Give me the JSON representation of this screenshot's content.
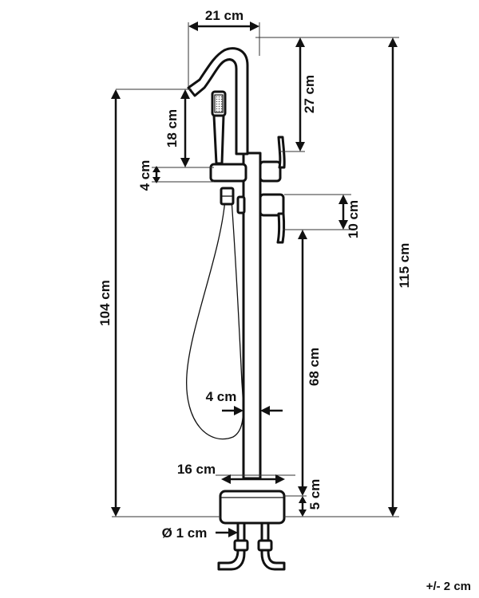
{
  "dimensions": {
    "spout_reach": "21 cm",
    "spout_height": "27 cm",
    "handshower_height": "18 cm",
    "cradle_height": "4 cm",
    "total_height": "115 cm",
    "spout_outlet_height": "104 cm",
    "lever_gap": "10 cm",
    "lower_lever_height": "68 cm",
    "column_diameter": "4 cm",
    "base_diameter": "16 cm",
    "base_height": "5 cm",
    "supply_diameter": "Ø 1 cm"
  },
  "tolerance": "+/- 2 cm"
}
